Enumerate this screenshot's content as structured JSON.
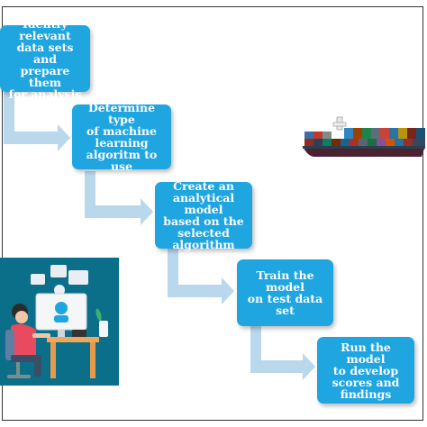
{
  "steps": [
    {
      "lines": [
        "Identfy relevant",
        "data sets and",
        "prepare them",
        "for analysis"
      ]
    },
    {
      "lines": [
        "Determine type",
        "of machine",
        "learning",
        "algoritm to use"
      ]
    },
    {
      "lines": [
        "Create  an",
        "analytical model",
        "based on the",
        "selected",
        "algorithm"
      ]
    },
    {
      "lines": [
        "Train the model",
        "on test data set"
      ]
    },
    {
      "lines": [
        "Run the model",
        "to develop",
        "scores and",
        "findings"
      ]
    }
  ],
  "colors": {
    "box": "#1fa5e0",
    "arrow": "#b9d8ec",
    "text": "#ffffff"
  },
  "images": {
    "ship": "container-ship-illustration",
    "worker": "data-analyst-at-desk-illustration"
  }
}
